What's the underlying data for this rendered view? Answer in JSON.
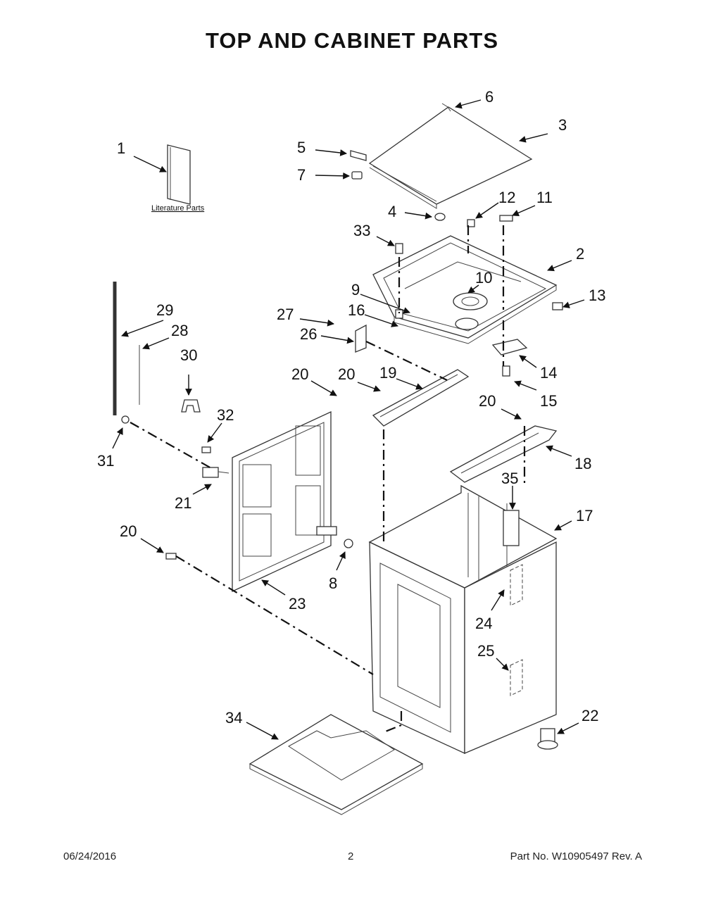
{
  "title": "TOP AND CABINET PARTS",
  "literature_label": "Literature Parts",
  "callouts": {
    "c1": "1",
    "c2": "2",
    "c3": "3",
    "c4": "4",
    "c5": "5",
    "c6": "6",
    "c7": "7",
    "c8": "8",
    "c9": "9",
    "c10": "10",
    "c11": "11",
    "c12": "12",
    "c13": "13",
    "c14": "14",
    "c15": "15",
    "c16": "16",
    "c17": "17",
    "c18": "18",
    "c19": "19",
    "c20a": "20",
    "c20b": "20",
    "c20c": "20",
    "c20d": "20",
    "c21": "21",
    "c22": "22",
    "c23": "23",
    "c24": "24",
    "c25": "25",
    "c26": "26",
    "c27": "27",
    "c28": "28",
    "c29": "29",
    "c30": "30",
    "c31": "31",
    "c32": "32",
    "c33": "33",
    "c34": "34",
    "c35": "35"
  },
  "footer": {
    "date": "06/24/2016",
    "page": "2",
    "part_no": "Part No.  W10905497  Rev.  A"
  }
}
